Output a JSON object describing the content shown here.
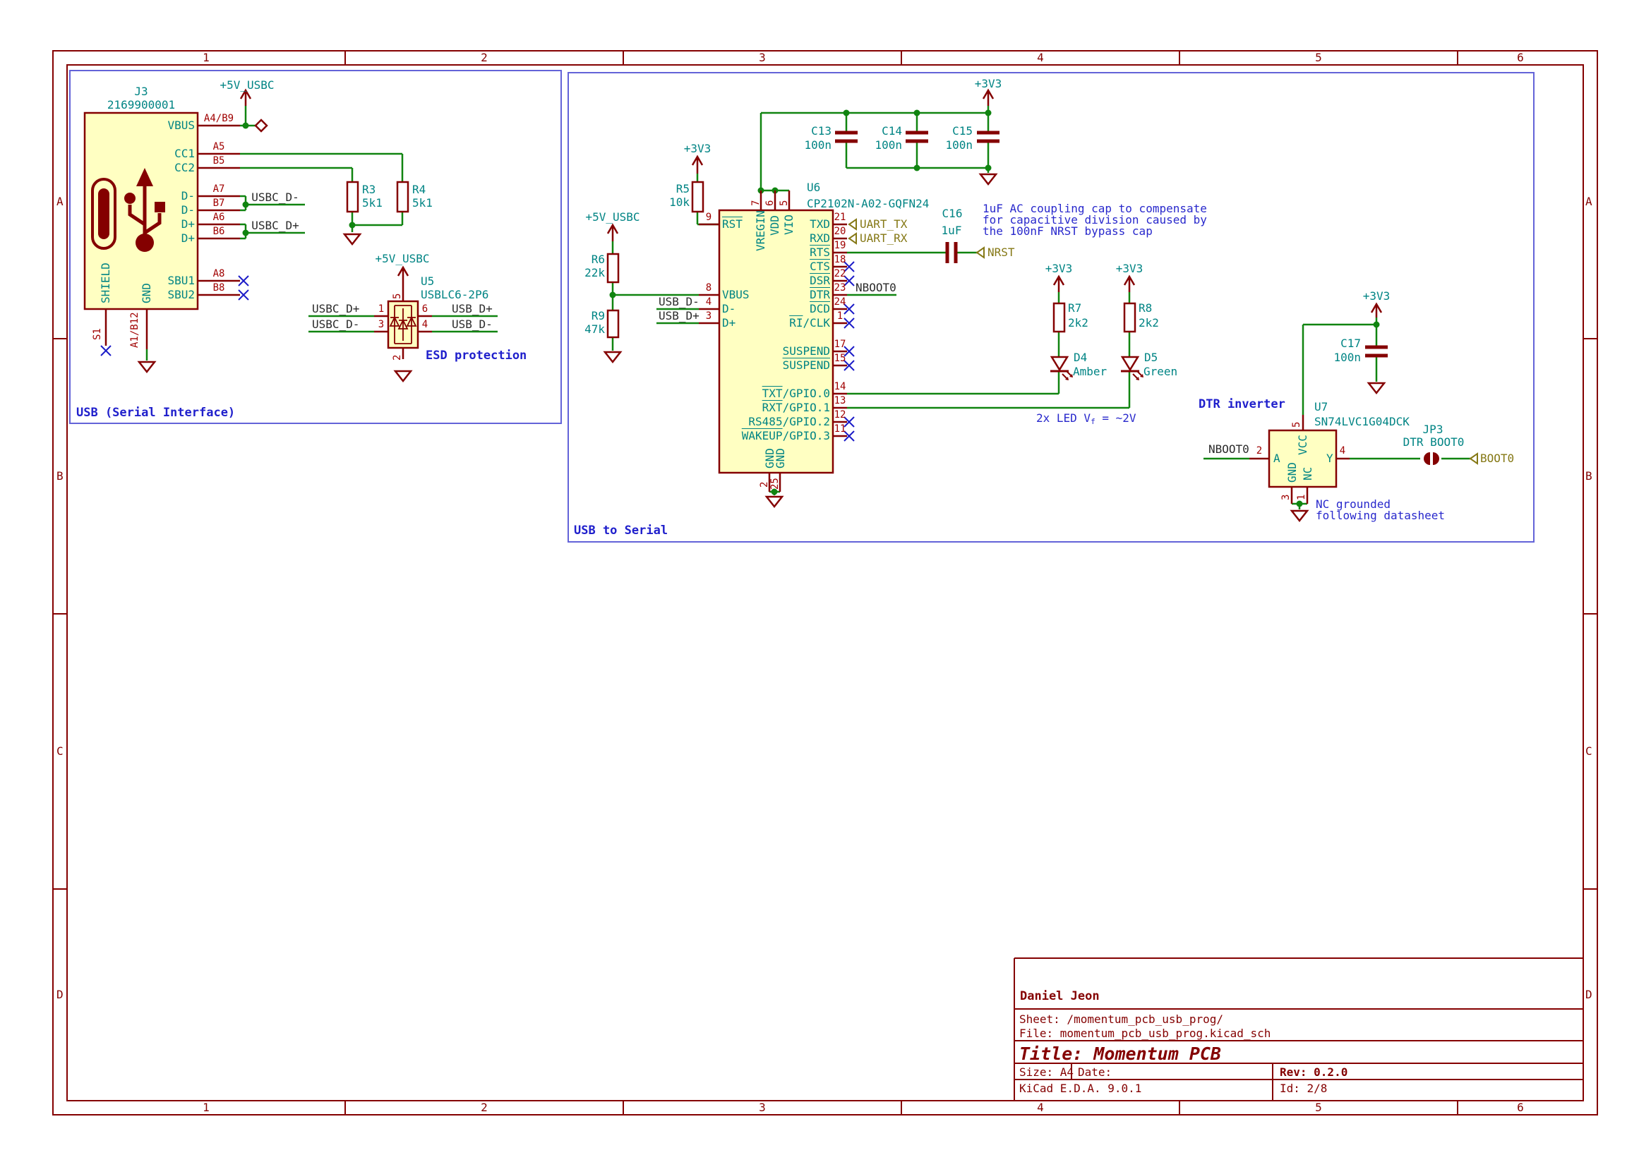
{
  "colors": {
    "symbol_outline": "#840000",
    "symbol_fill": "#FFFFC2",
    "wire": "#108410",
    "pin_number": "#A00000",
    "pin_name": "#008484",
    "net_label": "#2B2B2B",
    "global_label": "#857815",
    "note_text": "#2828CC",
    "section_box": "#6363D8",
    "no_connect": "#1C1CC8"
  },
  "frame": {
    "columns": [
      "1",
      "2",
      "3",
      "4",
      "5",
      "6"
    ],
    "rows": [
      "A",
      "B",
      "C",
      "D"
    ]
  },
  "title_block": {
    "author": "Daniel Jeon",
    "sheet": "Sheet: /momentum_pcb_usb_prog/",
    "file": "File: momentum_pcb_usb_prog.kicad_sch",
    "title": "Title: Momentum PCB",
    "size": "Size: A4",
    "date": "Date:",
    "rev": "Rev: 0.2.0",
    "tool": "KiCad E.D.A. 9.0.1",
    "id": "Id: 2/8"
  },
  "sections": {
    "usb": "USB (Serial Interface)",
    "serial": "USB to Serial"
  },
  "power": {
    "p5v": "+5V_USBC",
    "p3v3": "+3V3"
  },
  "nets": {
    "usbc_dm": "USBC_D-",
    "usbc_dp": "USBC_D+",
    "usb_dm": "USB_D-",
    "usb_dp": "USB_D+",
    "nboot0": "NBOOT0"
  },
  "globals": {
    "uart_tx": "UART_TX",
    "uart_rx": "UART_RX",
    "nrst": "NRST",
    "boot0": "BOOT0"
  },
  "j3": {
    "ref": "J3",
    "value": "2169900001",
    "right_pins": [
      {
        "num": "A4/B9",
        "name": "VBUS"
      },
      {
        "num": "A5",
        "name": "CC1"
      },
      {
        "num": "B5",
        "name": "CC2"
      },
      {
        "num": "A7",
        "name": "D-"
      },
      {
        "num": "B7",
        "name": "D-"
      },
      {
        "num": "A6",
        "name": "D+"
      },
      {
        "num": "B6",
        "name": "D+"
      },
      {
        "num": "A8",
        "name": "SBU1"
      },
      {
        "num": "B8",
        "name": "SBU2"
      }
    ],
    "bottom_pins": [
      {
        "num": "S1",
        "name": "SHIELD"
      },
      {
        "num": "A1/B12",
        "name": "GND"
      }
    ]
  },
  "u5": {
    "ref": "U5",
    "value": "USBLC6-2P6",
    "pin_numbers": [
      "5",
      "1",
      "3",
      "6",
      "4",
      "2"
    ]
  },
  "u6": {
    "ref": "U6",
    "value": "CP2102N-A02-GQFN24",
    "top_pins": [
      {
        "num": "7",
        "name": "VREGIN"
      },
      {
        "num": "6",
        "name": "VDD"
      },
      {
        "num": "5",
        "name": "VIO"
      }
    ],
    "left_pins": [
      {
        "num": "9",
        "bar": "RST",
        "rest": ""
      },
      {
        "num": "8",
        "bar": "",
        "rest": "VBUS"
      },
      {
        "num": "4",
        "bar": "",
        "rest": "D-"
      },
      {
        "num": "3",
        "bar": "",
        "rest": "D+"
      }
    ],
    "right_pins": [
      {
        "num": "21",
        "bar": "",
        "rest": "TXD"
      },
      {
        "num": "20",
        "bar": "",
        "rest": "RXD"
      },
      {
        "num": "19",
        "bar": "RTS",
        "rest": ""
      },
      {
        "num": "18",
        "bar": "CTS",
        "rest": ""
      },
      {
        "num": "22",
        "bar": "DSR",
        "rest": ""
      },
      {
        "num": "23",
        "bar": "DTR",
        "rest": ""
      },
      {
        "num": "24",
        "bar": "DCD",
        "rest": ""
      },
      {
        "num": "1",
        "bar": "RI",
        "rest": "/CLK"
      },
      {
        "num": "17",
        "bar": "",
        "rest": "SUSPEND"
      },
      {
        "num": "15",
        "bar": "SUSPEND",
        "rest": ""
      },
      {
        "num": "14",
        "bar": "TXT",
        "rest": "/GPIO.0"
      },
      {
        "num": "13",
        "bar": "RXT",
        "rest": "/GPIO.1"
      },
      {
        "num": "12",
        "bar": "",
        "rest": "RS485/GPIO.2"
      },
      {
        "num": "11",
        "bar": "WAKEUP",
        "rest": "/GPIO.3"
      }
    ],
    "bottom_pins": [
      {
        "num": "2",
        "name": "GND"
      },
      {
        "num": "25",
        "name": "GND"
      }
    ]
  },
  "u7": {
    "ref": "U7",
    "value": "SN74LVC1G04DCK",
    "pins": {
      "a": "A",
      "y": "Y",
      "vcc": "VCC",
      "gnd": "GND",
      "nc": "NC",
      "n2": "2",
      "n4": "4",
      "n5": "5",
      "n3": "3",
      "n1": "1"
    }
  },
  "jp3": {
    "ref": "JP3",
    "value": "DTR BOOT0"
  },
  "r3": {
    "ref": "R3",
    "value": "5k1"
  },
  "r4": {
    "ref": "R4",
    "value": "5k1"
  },
  "r5": {
    "ref": "R5",
    "value": "10k"
  },
  "r6": {
    "ref": "R6",
    "value": "22k"
  },
  "r9": {
    "ref": "R9",
    "value": "47k"
  },
  "r7": {
    "ref": "R7",
    "value": "2k2"
  },
  "r8": {
    "ref": "R8",
    "value": "2k2"
  },
  "c13": {
    "ref": "C13",
    "value": "100n"
  },
  "c14": {
    "ref": "C14",
    "value": "100n"
  },
  "c15": {
    "ref": "C15",
    "value": "100n"
  },
  "c16": {
    "ref": "C16",
    "value": "1uF"
  },
  "c17": {
    "ref": "C17",
    "value": "100n"
  },
  "d4": {
    "ref": "D4",
    "value": "Amber"
  },
  "d5": {
    "ref": "D5",
    "value": "Green"
  },
  "notes": {
    "esd": "ESD protection",
    "dtr": "DTR inverter",
    "coupling1": "1uF AC coupling cap to compensate",
    "coupling2": "for capacitive division caused by",
    "coupling3": "the 100nF NRST bypass cap",
    "led_pre": "2x LED V",
    "led_sub": "f",
    "led_post": " = ~2V",
    "nc1": "NC grounded",
    "nc2": "following datasheet"
  }
}
